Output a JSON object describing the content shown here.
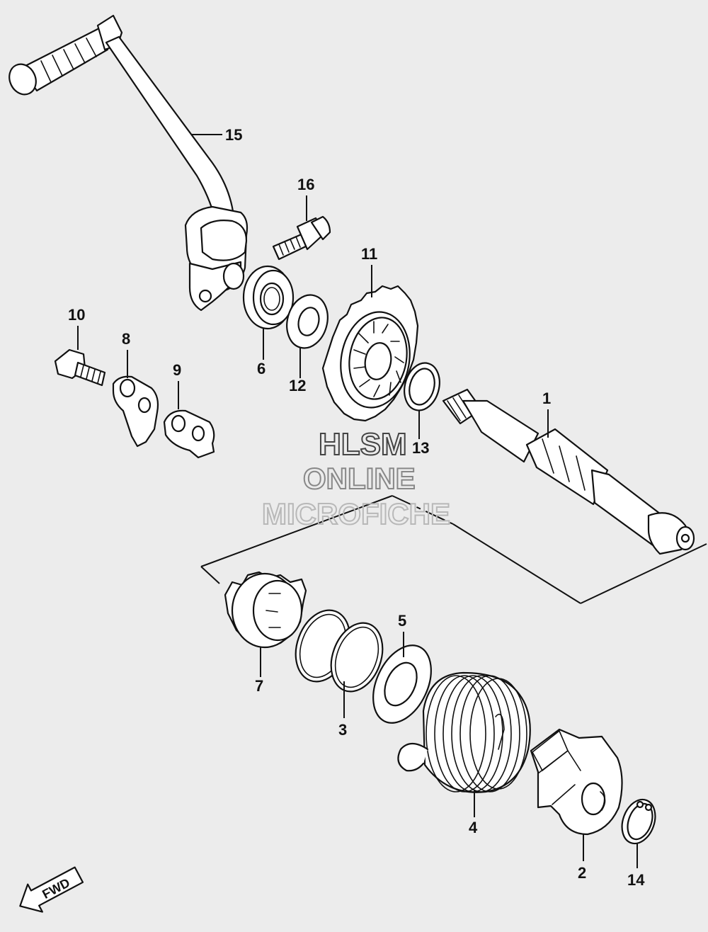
{
  "callouts": {
    "c1": "1",
    "c2": "2",
    "c3": "3",
    "c4": "4",
    "c5": "5",
    "c6": "6",
    "c7": "7",
    "c8": "8",
    "c9": "9",
    "c10": "10",
    "c11": "11",
    "c12": "12",
    "c13": "13",
    "c14": "14",
    "c15": "15",
    "c16": "16"
  },
  "watermark": {
    "line1": "HLSM",
    "line2": "ONLINE",
    "line3": "MICROFICHE"
  },
  "fwd_label": "FWD",
  "colors": {
    "background": "#ececec",
    "ink": "#111111",
    "part_fill": "#ffffff",
    "watermark": "#b8b8b8"
  }
}
